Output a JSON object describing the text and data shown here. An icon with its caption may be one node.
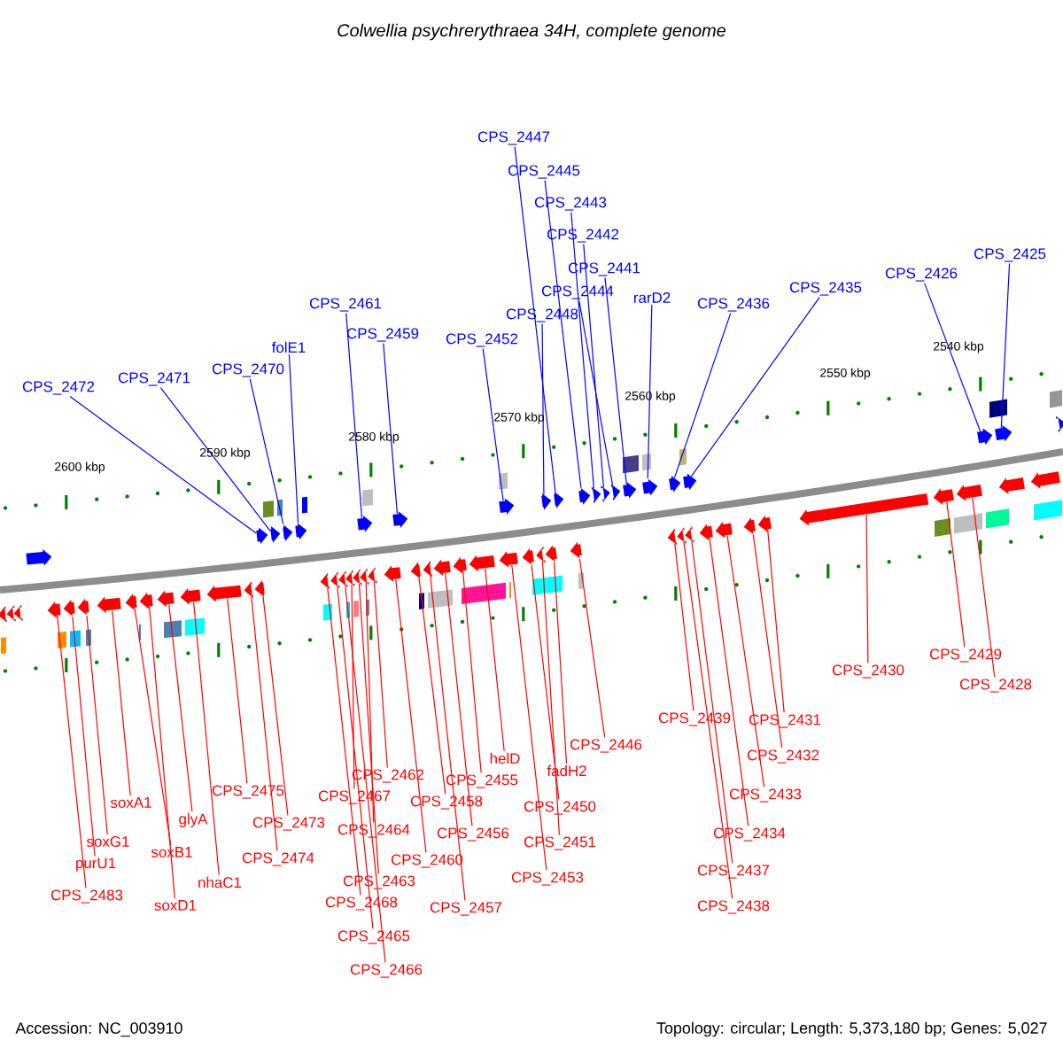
{
  "diagram": {
    "title": "Colwellia psychrerythraea 34H, complete genome",
    "nodes": [
      {
        "text": [
          "CPS_2447"
        ]
      },
      {
        "text": [
          "CPS_2445"
        ]
      },
      {
        "text": [
          "CPS_2443"
        ]
      },
      {
        "text": [
          "CPS_2442"
        ]
      },
      {
        "text": [
          "CPS_2425"
        ]
      },
      {
        "text": [
          "CPS_2441"
        ]
      },
      {
        "text": [
          "CPS_2426"
        ]
      },
      {
        "text": [
          "CPS_2435"
        ]
      },
      {
        "text": [
          "CPS_2444"
        ]
      },
      {
        "text": [
          "rarD2"
        ]
      },
      {
        "text": [
          "CPS_2436"
        ]
      },
      {
        "text": [
          "CPS_2461"
        ]
      },
      {
        "text": [
          "CPS_2448"
        ]
      },
      {
        "text": [
          "CPS_2459"
        ]
      },
      {
        "text": [
          "CPS_2452"
        ]
      },
      {
        "text": [
          "folE1"
        ]
      },
      {
        "text": [
          "CPS_2470"
        ]
      },
      {
        "text": [
          "CPS_2471"
        ]
      },
      {
        "text": [
          "CPS_2472"
        ]
      },
      {
        "text": [
          "CPS_2430"
        ]
      },
      {
        "text": [
          "CPS_2429"
        ]
      },
      {
        "text": [
          "CPS_2428"
        ]
      },
      {
        "text": [
          "CPS_2439"
        ]
      },
      {
        "text": [
          "CPS_2431"
        ]
      },
      {
        "text": [
          "CPS_2446"
        ]
      },
      {
        "text": [
          "CPS_2432"
        ]
      },
      {
        "text": [
          "helD"
        ]
      },
      {
        "text": [
          "fadH2"
        ]
      },
      {
        "text": [
          "CPS_2462"
        ]
      },
      {
        "text": [
          "CPS_2455"
        ]
      },
      {
        "text": [
          "CPS_2475"
        ]
      },
      {
        "text": [
          "CPS_2433"
        ]
      },
      {
        "text": [
          "CPS_2467"
        ]
      },
      {
        "text": [
          "CPS_2458"
        ]
      },
      {
        "text": [
          "soxA1"
        ]
      },
      {
        "text": [
          "CPS_2450"
        ]
      },
      {
        "text": [
          "glyA"
        ]
      },
      {
        "text": [
          "CPS_2473"
        ]
      },
      {
        "text": [
          "CPS_2464"
        ]
      },
      {
        "text": [
          "CPS_2434"
        ]
      },
      {
        "text": [
          "CPS_2456"
        ]
      },
      {
        "text": [
          "soxG1"
        ]
      },
      {
        "text": [
          "CPS_2451"
        ]
      },
      {
        "text": [
          "soxB1"
        ]
      },
      {
        "text": [
          "CPS_2474"
        ]
      },
      {
        "text": [
          "CPS_2460"
        ]
      },
      {
        "text": [
          "purU1"
        ]
      },
      {
        "text": [
          "CPS_2437"
        ]
      },
      {
        "text": [
          "CPS_2453"
        ]
      },
      {
        "text": [
          "nhaC1"
        ]
      },
      {
        "text": [
          "CPS_2463"
        ]
      },
      {
        "text": [
          "CPS_2483"
        ]
      },
      {
        "text": [
          "CPS_2468"
        ]
      },
      {
        "text": [
          "soxD1"
        ]
      },
      {
        "text": [
          "CPS_2438"
        ]
      },
      {
        "text": [
          "CPS_2457"
        ]
      },
      {
        "text": [
          "CPS_2465"
        ]
      },
      {
        "text": [
          "CPS_2466"
        ]
      },
      {
        "text": [],
        "shape": "arrow"
      },
      {
        "text": [],
        "shape": "arrow"
      },
      {
        "text": [],
        "shape": "arrow"
      },
      {
        "text": [],
        "shape": "arrow"
      },
      {
        "text": [],
        "shape": "arrow"
      },
      {
        "text": [],
        "shape": "arrow"
      },
      {
        "text": [],
        "shape": "arrow"
      },
      {
        "text": [],
        "shape": "arrow"
      },
      {
        "text": [],
        "shape": "arrow"
      },
      {
        "text": [],
        "shape": "arrow"
      },
      {
        "text": [],
        "shape": "arrow"
      },
      {
        "text": [],
        "shape": "arrow"
      },
      {
        "text": [],
        "shape": "arrow"
      },
      {
        "text": [],
        "shape": "arrow"
      },
      {
        "text": [],
        "shape": "arrow"
      },
      {
        "text": [],
        "shape": "arrow"
      },
      {
        "text": [],
        "shape": "arrow"
      },
      {
        "text": [],
        "shape": "arrow"
      },
      {
        "text": [],
        "shape": "arrow"
      },
      {
        "text": [],
        "shape": "arrow"
      },
      {
        "text": [],
        "shape": "arrow"
      },
      {
        "text": [],
        "shape": "arrow"
      },
      {
        "text": [],
        "shape": "arrow"
      },
      {
        "text": [],
        "shape": "arrow"
      },
      {
        "text": [],
        "shape": "arrow"
      },
      {
        "text": [],
        "shape": "arrow"
      },
      {
        "text": [],
        "shape": "arrow"
      },
      {
        "text": [],
        "shape": "arrow"
      },
      {
        "text": [],
        "shape": "arrow"
      },
      {
        "text": [],
        "shape": "arrow"
      },
      {
        "text": [],
        "shape": "arrow"
      },
      {
        "text": [],
        "shape": "arrow"
      },
      {
        "text": [],
        "shape": "arrow"
      },
      {
        "text": [],
        "shape": "arrow"
      },
      {
        "text": [],
        "shape": "arrow"
      },
      {
        "text": [],
        "shape": "arrow"
      },
      {
        "text": [],
        "shape": "arrow"
      },
      {
        "text": [],
        "shape": "arrow"
      },
      {
        "text": [],
        "shape": "arrow"
      },
      {
        "text": [],
        "shape": "arrow"
      },
      {
        "text": [],
        "shape": "arrow"
      },
      {
        "text": [],
        "shape": "arrow"
      },
      {
        "text": [],
        "shape": "arrow"
      },
      {
        "text": [],
        "shape": "arrow"
      },
      {
        "text": [],
        "shape": "arrow"
      },
      {
        "text": [],
        "shape": "arrow"
      },
      {
        "text": [],
        "shape": "arrow"
      },
      {
        "text": [],
        "shape": "arrow"
      },
      {
        "text": [],
        "shape": "arrow"
      },
      {
        "text": [],
        "shape": "arrow"
      },
      {
        "text": [],
        "shape": "arrow"
      },
      {
        "text": [],
        "shape": "arrow"
      },
      {
        "text": [],
        "shape": "arrow"
      },
      {
        "text": [],
        "shape": "arrow"
      },
      {
        "text": [],
        "shape": "arrow"
      },
      {
        "text": [],
        "shape": "arrow"
      },
      {
        "text": [],
        "shape": "arrow"
      },
      {
        "text": [],
        "shape": "arrow"
      },
      {
        "text": [],
        "shape": "arrow"
      },
      {
        "text": [],
        "shape": "arrow"
      },
      {
        "text": [],
        "shape": "arrow"
      },
      {
        "text": [],
        "shape": "arrow"
      },
      {
        "text": [],
        "shape": "arrow"
      },
      {
        "text": [],
        "shape": "arrow"
      },
      {
        "text": [],
        "shape": "arrow"
      }
    ],
    "edges": [
      {
        "from": 0,
        "to": 66,
        "arrow": "none",
        "color": "#0000ff"
      },
      {
        "from": 1,
        "to": 67,
        "arrow": "none",
        "color": "#0000ff"
      },
      {
        "from": 2,
        "to": 68,
        "arrow": "none",
        "color": "#0000ff"
      },
      {
        "from": 3,
        "to": 69,
        "arrow": "none",
        "color": "#0000ff"
      },
      {
        "from": 4,
        "to": 76,
        "arrow": "none",
        "color": "#0000ff"
      },
      {
        "from": 5,
        "to": 71,
        "arrow": "none",
        "color": "#0000ff"
      },
      {
        "from": 6,
        "to": 75,
        "arrow": "none",
        "color": "#0000ff"
      },
      {
        "from": 7,
        "to": 74,
        "arrow": "none",
        "color": "#0000ff"
      },
      {
        "from": 8,
        "to": 70,
        "arrow": "none",
        "color": "#0000ff"
      },
      {
        "from": 9,
        "to": 72,
        "arrow": "none",
        "color": "#0000ff"
      },
      {
        "from": 10,
        "to": 73,
        "arrow": "none",
        "color": "#0000ff"
      },
      {
        "from": 11,
        "to": 62,
        "arrow": "none",
        "color": "#0000ff"
      },
      {
        "from": 12,
        "to": 65,
        "arrow": "none",
        "color": "#0000ff"
      },
      {
        "from": 13,
        "to": 63,
        "arrow": "none",
        "color": "#0000ff"
      },
      {
        "from": 14,
        "to": 64,
        "arrow": "none",
        "color": "#0000ff"
      },
      {
        "from": 15,
        "to": 61,
        "arrow": "none",
        "color": "#0000ff"
      },
      {
        "from": 16,
        "to": 60,
        "arrow": "none",
        "color": "#0000ff"
      },
      {
        "from": 17,
        "to": 59,
        "arrow": "none",
        "color": "#0000ff"
      },
      {
        "from": 18,
        "to": 58,
        "arrow": "none",
        "color": "#0000ff"
      },
      {
        "from": 19,
        "to": 113,
        "arrow": "none"
      },
      {
        "from": 20,
        "to": 114,
        "arrow": "none"
      },
      {
        "from": 21,
        "to": 115,
        "arrow": "none"
      },
      {
        "from": 22,
        "to": 106,
        "arrow": "none"
      },
      {
        "from": 23,
        "to": 112,
        "arrow": "none"
      },
      {
        "from": 24,
        "to": 105,
        "arrow": "none"
      },
      {
        "from": 25,
        "to": 111,
        "arrow": "none"
      },
      {
        "from": 26,
        "to": 100,
        "arrow": "none"
      },
      {
        "from": 27,
        "to": 104,
        "arrow": "none"
      },
      {
        "from": 28,
        "to": 94,
        "arrow": "none"
      },
      {
        "from": 29,
        "to": 99,
        "arrow": "none"
      },
      {
        "from": 30,
        "to": 85,
        "arrow": "none"
      },
      {
        "from": 31,
        "to": 110,
        "arrow": "none"
      },
      {
        "from": 32,
        "to": 91,
        "arrow": "none"
      },
      {
        "from": 33,
        "to": 96,
        "arrow": "none"
      },
      {
        "from": 34,
        "to": 80,
        "arrow": "none"
      },
      {
        "from": 35,
        "to": 102,
        "arrow": "none"
      },
      {
        "from": 36,
        "to": 83,
        "arrow": "none"
      },
      {
        "from": 37,
        "to": 87,
        "arrow": "none"
      },
      {
        "from": 38,
        "to": 93,
        "arrow": "none"
      },
      {
        "from": 39,
        "to": 109,
        "arrow": "none"
      },
      {
        "from": 40,
        "to": 98,
        "arrow": "none"
      },
      {
        "from": 41,
        "to": 79,
        "arrow": "none"
      },
      {
        "from": 42,
        "to": 103,
        "arrow": "none"
      },
      {
        "from": 43,
        "to": 81,
        "arrow": "none"
      },
      {
        "from": 44,
        "to": 86,
        "arrow": "none"
      },
      {
        "from": 45,
        "to": 95,
        "arrow": "none"
      },
      {
        "from": 46,
        "to": 78,
        "arrow": "none"
      },
      {
        "from": 47,
        "to": 108,
        "arrow": "none"
      },
      {
        "from": 48,
        "to": 101,
        "arrow": "none"
      },
      {
        "from": 49,
        "to": 84,
        "arrow": "none"
      },
      {
        "from": 50,
        "to": 92,
        "arrow": "none"
      },
      {
        "from": 51,
        "to": 77,
        "arrow": "none"
      },
      {
        "from": 52,
        "to": 88,
        "arrow": "none"
      },
      {
        "from": 53,
        "to": 82,
        "arrow": "none"
      },
      {
        "from": 54,
        "to": 107,
        "arrow": "none"
      },
      {
        "from": 55,
        "to": 97,
        "arrow": "none"
      },
      {
        "from": 56,
        "to": 89,
        "arrow": "none"
      },
      {
        "from": 57,
        "to": 90,
        "arrow": "none"
      }
    ],
    "labels": [
      "2600 kbp",
      "2590 kbp",
      "2580 kbp",
      "2570 kbp",
      "2560 kbp",
      "2550 kbp",
      "2540 kbp",
      "Accession: NC_003910",
      "Topology: circular; Length: 5,373,180 bp; Genes: 5,027"
    ]
  }
}
